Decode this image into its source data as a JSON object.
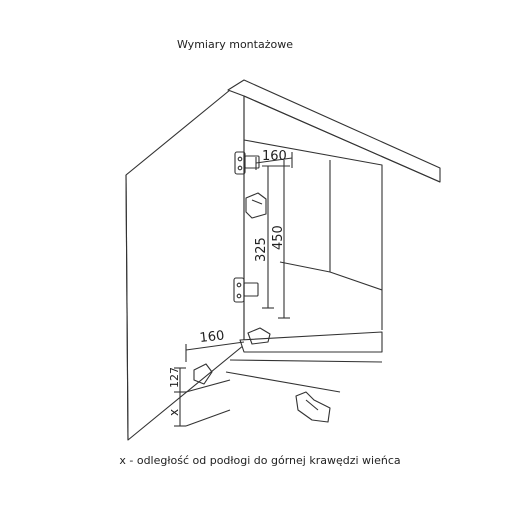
{
  "title": "Wymiary montażowe",
  "dimensions": {
    "top_width": "160",
    "bottom_width": "160",
    "vertical_inner": "325",
    "vertical_outer": "450",
    "bracket_offset": "127",
    "floor_gap": "x"
  },
  "caption": "x - odległość od podłogi do górnej krawędzi wieńca"
}
